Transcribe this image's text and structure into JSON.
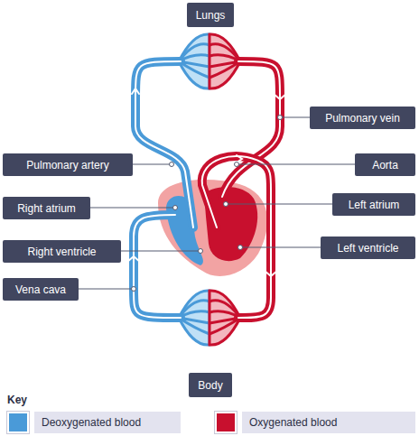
{
  "diagram": {
    "nodes": [
      {
        "text": [
          "Lungs"
        ]
      },
      {
        "text": [
          "Pulmonary vein"
        ]
      },
      {
        "text": [
          "Pulmonary artery"
        ]
      },
      {
        "text": [
          "Aorta"
        ]
      },
      {
        "text": [
          "Right atrium"
        ]
      },
      {
        "text": [
          "Left atrium"
        ]
      },
      {
        "text": [
          "Right ventricle"
        ]
      },
      {
        "text": [
          "Left ventricle"
        ]
      },
      {
        "text": [
          "Vena cava"
        ]
      },
      {
        "text": [
          "Body"
        ]
      }
    ],
    "labels": [
      "Key"
    ],
    "legend": [
      {
        "text": "Deoxygenated blood",
        "color": "#4a9ad8"
      },
      {
        "text": "Oxygenated blood",
        "color": "#c8102e"
      }
    ]
  }
}
